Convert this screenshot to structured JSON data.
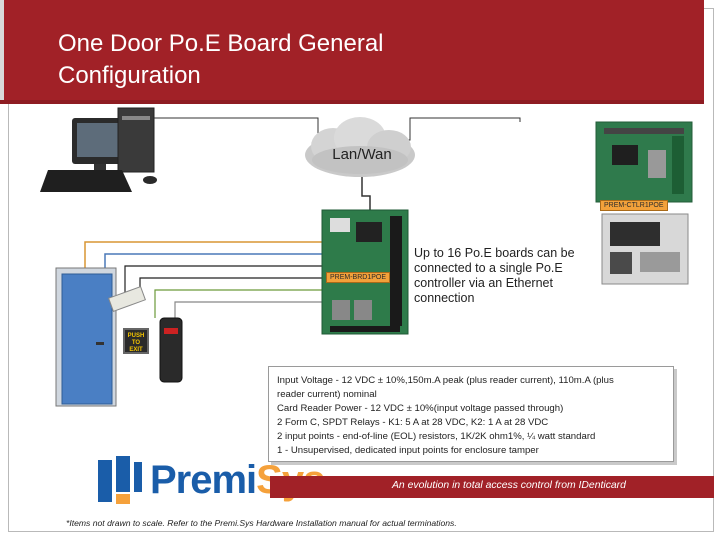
{
  "title": "One Door Po.E Board General Configuration",
  "cloud_label": "Lan/Wan",
  "controller_label": "PREM-CTLR1POE",
  "board_label": "PREM-BRD1POE",
  "push_button_label": "PUSH TO EXIT",
  "note": "Up to 16 Po.E boards can be connected to a single Po.E controller via an Ethernet connection",
  "specs": [
    "Input Voltage - 12 VDC ± 10%,150m.A peak (plus reader current), 110m.A (plus",
    "reader current) nominal",
    "Card Reader Power - 12 VDC ± 10%(input voltage passed through)",
    "2 Form C, SPDT Relays - K1: 5 A at 28 VDC, K2: 1 A at 28 VDC",
    "2 input points - end-of-line (EOL) resistors, 1K/2K ohm1%, ¼ watt standard",
    "1 - Unsupervised, dedicated input points for enclosure tamper"
  ],
  "logo": {
    "premi": "Premi",
    "sys": "Sys"
  },
  "tagline": "An evolution in total access control from IDenticard",
  "footnote": "*Items not drawn to scale. Refer to the Premi.Sys Hardware Installation manual for actual terminations.",
  "colors": {
    "brand_red": "#a12127",
    "brand_blue": "#1a5da9",
    "brand_orange": "#f5a13b"
  }
}
